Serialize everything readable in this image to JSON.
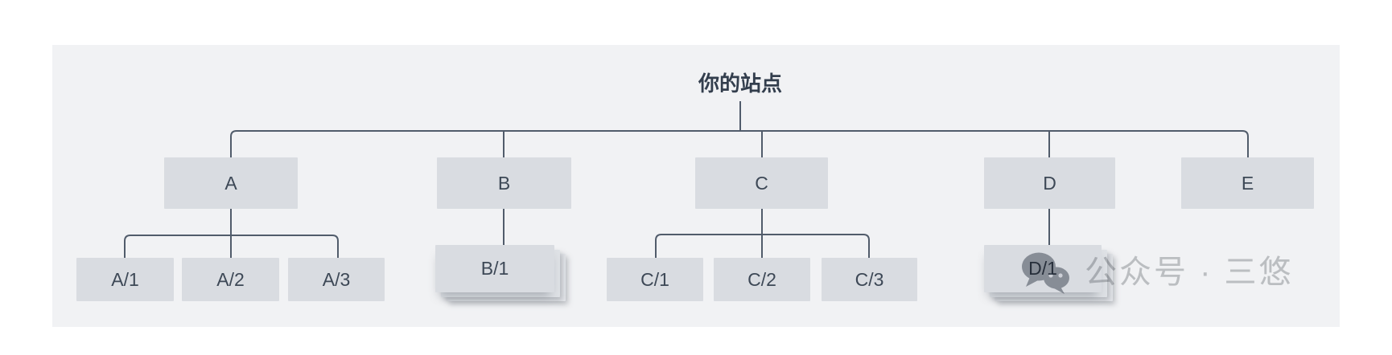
{
  "diagram": {
    "root_label": "你的站点",
    "nodes": [
      {
        "label": "A",
        "children": [
          {
            "label": "A/1"
          },
          {
            "label": "A/2"
          },
          {
            "label": "A/3"
          }
        ]
      },
      {
        "label": "B",
        "children": [
          {
            "label": "B/1"
          }
        ]
      },
      {
        "label": "C",
        "children": [
          {
            "label": "C/1"
          },
          {
            "label": "C/2"
          },
          {
            "label": "C/3"
          }
        ]
      },
      {
        "label": "D",
        "children": [
          {
            "label": "D/1"
          }
        ]
      },
      {
        "label": "E",
        "children": []
      }
    ]
  },
  "watermark": {
    "icon": "wechat-icon",
    "text": "公众号 · 三悠"
  },
  "colors": {
    "panel": "#f1f2f4",
    "node_fill": "#d9dce1",
    "line": "#515c6b",
    "node_text": "#3d4856",
    "root_text": "#333e4d",
    "watermark_text": "#c6c8ca",
    "watermark_icon": "#9fa3aa"
  }
}
